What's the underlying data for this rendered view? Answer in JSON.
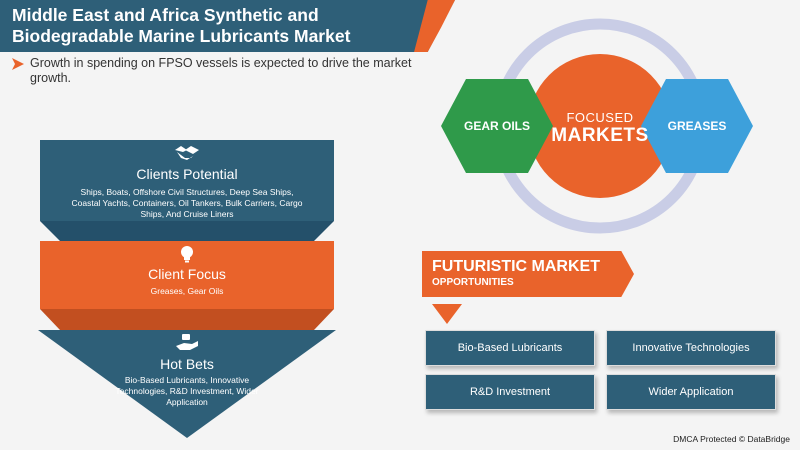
{
  "header": {
    "title_line1": "Middle East and Africa Synthetic and",
    "title_line2": "Biodegradable Marine Lubricants Market",
    "subtitle": "Growth in spending on FPSO vessels is expected to drive the market growth."
  },
  "funnel": {
    "stages": [
      {
        "icon": "handshake-icon",
        "title": "Clients Potential",
        "description": "Ships, Boats, Offshore Civil Structures, Deep Sea Ships, Coastal Yachts, Containers, Oil Tankers, Bulk Carriers, Cargo Ships, And Cruise Liners"
      },
      {
        "icon": "lightbulb-icon",
        "title": "Client Focus",
        "description": "Greases, Gear Oils"
      },
      {
        "icon": "hand-money-icon",
        "title": "Hot Bets",
        "description": "Bio-Based Lubricants, Innovative Technologies, R&D Investment, Wider Application"
      }
    ]
  },
  "focused_markets": {
    "center_top": "FOCUSED",
    "center_bottom": "MARKETS",
    "left": "GEAR OILS",
    "right": "GREASES"
  },
  "futuristic": {
    "title": "FUTURISTIC MARKET",
    "subtitle": "OPPORTUNITIES",
    "items": [
      "Bio-Based Lubricants",
      "Innovative Technologies",
      "R&D Investment",
      "Wider Application"
    ]
  },
  "footer": {
    "text": "DMCA Protected © DataBridge"
  },
  "colors": {
    "teal": "#2e5f78",
    "orange": "#e9632b",
    "green": "#2f9a4a",
    "blue": "#3da0db"
  }
}
